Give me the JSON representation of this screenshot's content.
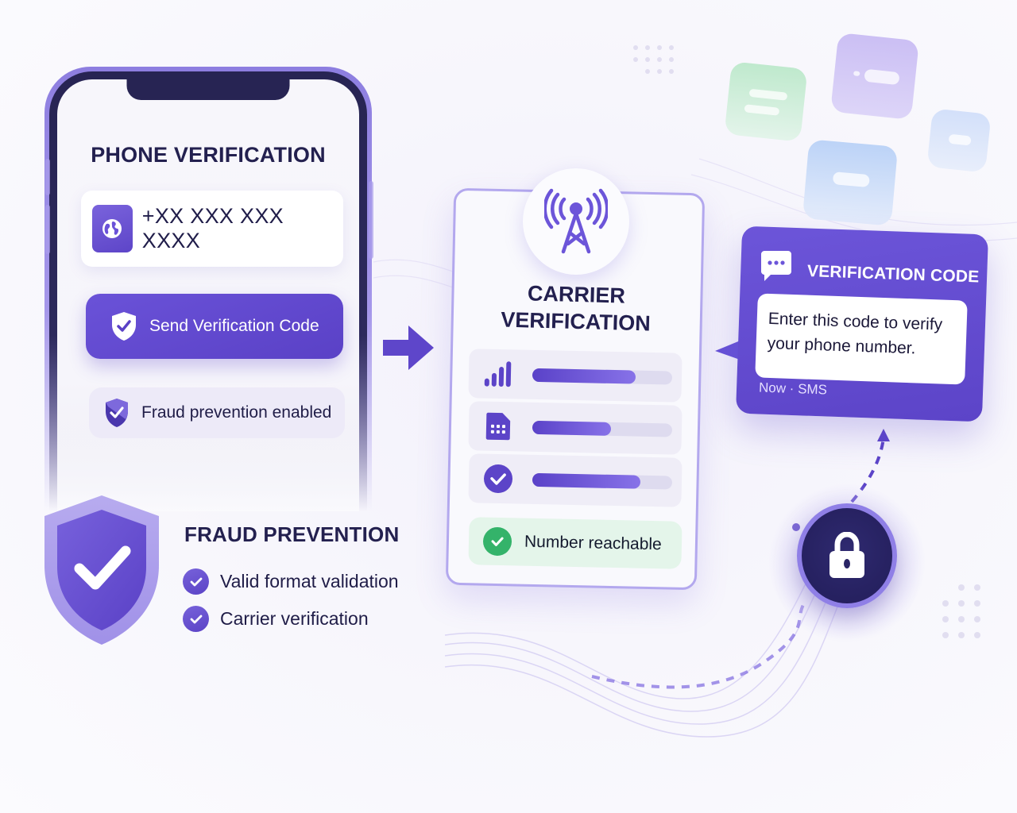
{
  "phone": {
    "title": "PHONE VERIFICATION",
    "input": {
      "icon": "globe-icon",
      "value": "+XX XXX XXX XXXX",
      "placeholder": "+XX XXX XXX XXXX"
    },
    "send_button": {
      "icon": "shield-check-icon",
      "label": "Send Verification Code"
    },
    "fraud_status": {
      "icon": "shield-check-icon",
      "label": "Fraud prevention enabled"
    }
  },
  "fraud_prevention": {
    "title": "FRAUD PREVENTION",
    "icon": "shield-check-icon",
    "items": [
      {
        "label": "Valid format validation",
        "icon": "check-circle-icon"
      },
      {
        "label": "Carrier verification",
        "icon": "check-circle-icon"
      }
    ]
  },
  "flow_arrow": {
    "icon": "arrow-right-icon"
  },
  "carrier": {
    "icon": "cell-tower-icon",
    "title_line1": "CARRIER",
    "title_line2": "VERIFICATION",
    "checks": [
      {
        "icon": "signal-bars-icon",
        "progress": 74
      },
      {
        "icon": "sim-card-icon",
        "progress": 56
      },
      {
        "icon": "check-circle-icon",
        "progress": 77
      }
    ],
    "status": {
      "icon": "check-circle-icon",
      "label": "Number reachable",
      "color": "#34b36a"
    }
  },
  "sms": {
    "icon": "chat-bubble-icon",
    "header": "VERIFICATION CODE",
    "line1": "Enter this code to verify",
    "line2": "your phone number.",
    "meta": "Now · SMS"
  },
  "lock": {
    "icon": "padlock-icon"
  },
  "colors": {
    "primary": "#5c44c8",
    "primary_light": "#8772e8",
    "dark_navy": "#23204f",
    "success": "#34b36a",
    "background": "#f7f6fc"
  }
}
